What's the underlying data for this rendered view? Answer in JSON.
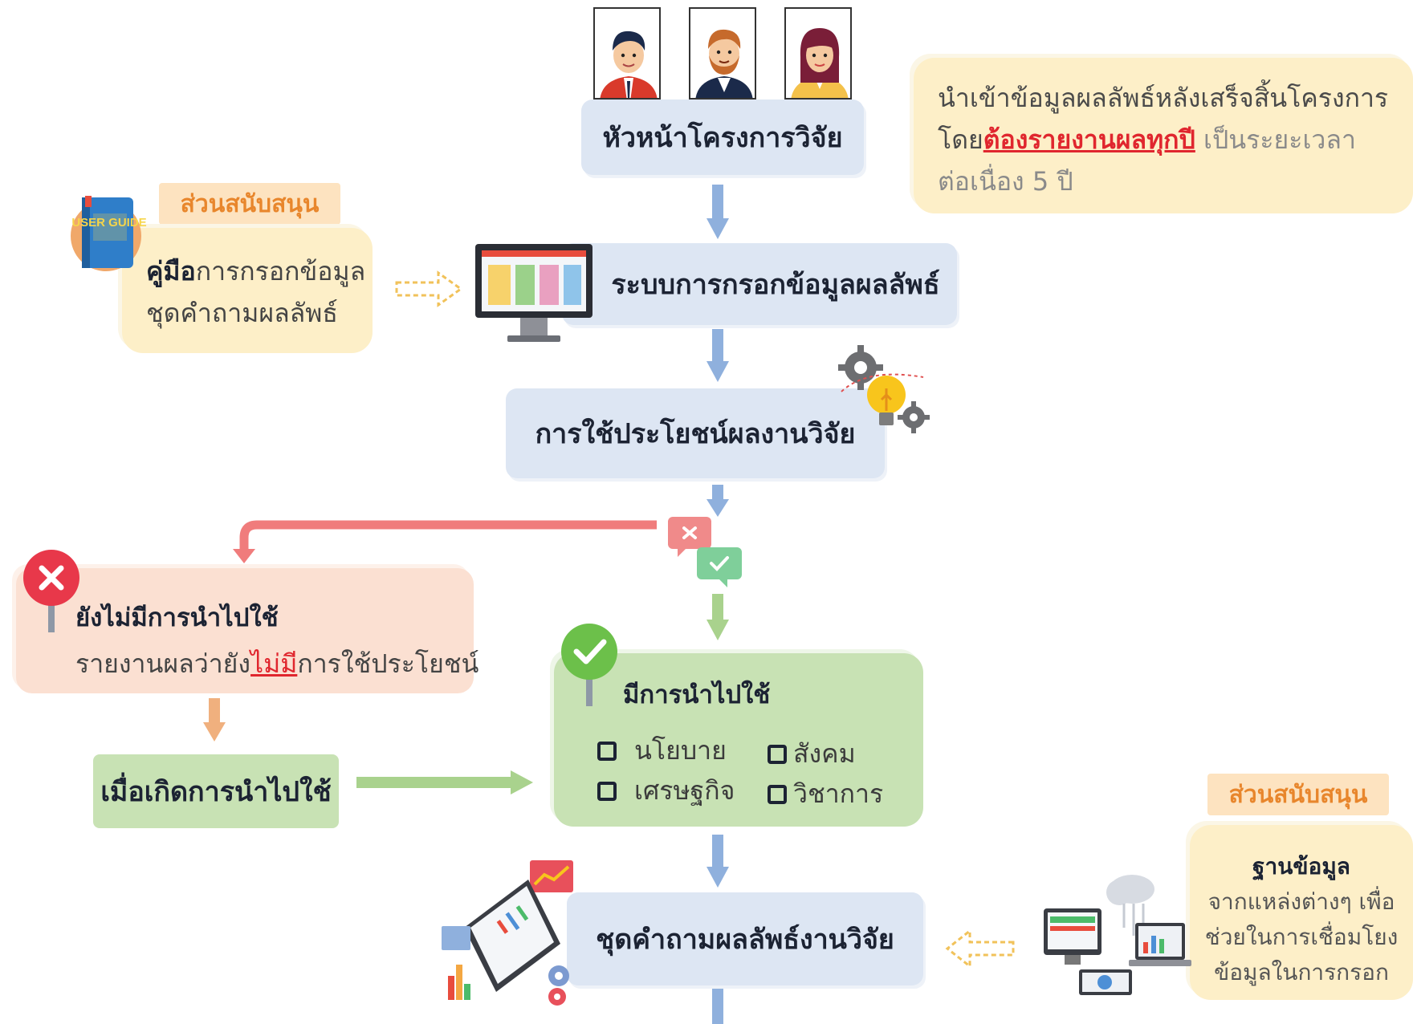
{
  "people": [
    "man-avatar",
    "man-avatar-beard",
    "woman-avatar"
  ],
  "boxes": {
    "head": "หัวหน้าโครงการวิจัย",
    "system": "ระบบการกรอกข้อมูลผลลัพธ์",
    "utilization": "การใช้ประโยชน์ผลงานวิจัย",
    "when_used": "เมื่อเกิดการนำไปใช้",
    "questionnaire": "ชุดคำถามผลลัพธ์งานวิจัย"
  },
  "note_top": {
    "line1": "นำเข้าข้อมูลผลลัพธ์หลังเสร็จสิ้นโครงการ",
    "line2_pre": "โดย",
    "line2_emph": "ต้องรายงานผลทุกปี",
    "line2_post": " เป็นระยะเวลา",
    "line3": "ต่อเนื่อง 5 ปี"
  },
  "support_left": {
    "tag": "ส่วนสนับสนุน",
    "bold": "คู่มือ",
    "rest": "การกรอกข้อมูล",
    "line2": "ชุดคำถามผลลัพธ์",
    "book_label": "USER GUIDE"
  },
  "not_used": {
    "title": "ยังไม่มีการนำไปใช้",
    "desc_pre": "รายงานผลว่ายัง",
    "desc_emph": "ไม่มี",
    "desc_post": "การใช้ประโยชน์"
  },
  "used": {
    "title": "มีการนำไปใช้",
    "options": [
      "นโยบาย",
      "สังคม",
      "เศรษฐกิจ",
      "วิชาการ"
    ]
  },
  "support_right": {
    "tag": "ส่วนสนับสนุน",
    "title": "ฐานข้อมูล",
    "line1": "จากแหล่งต่างๆ เพื่อ",
    "line2": "ช่วยในการเชื่อมโยง",
    "line3": "ข้อมูลในการกรอก"
  },
  "colors": {
    "blue_box": "#dde6f3",
    "note": "#fdefc8",
    "green_box": "#c8e2b4",
    "red_box": "#fbe0d2",
    "arrow_blue": "#8fb0dd",
    "arrow_red": "#f07c7c",
    "arrow_green": "#a9d28d",
    "emphasis": "#e0262e"
  }
}
